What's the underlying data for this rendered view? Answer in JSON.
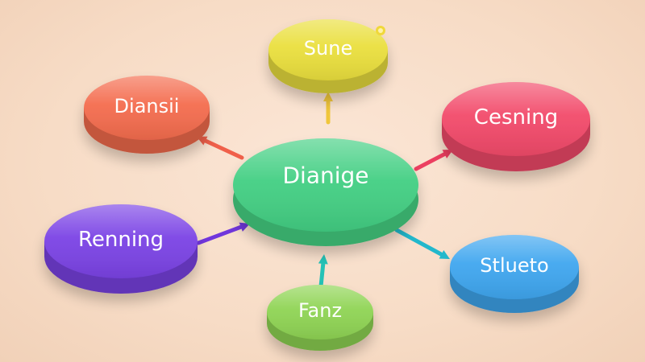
{
  "diagram": {
    "center": {
      "label": "Dianige",
      "color": "#43cf83"
    },
    "nodes": [
      {
        "id": "sune",
        "label": "Sune",
        "color": "#eadf3d",
        "arrow_color": "#f0c63a",
        "arrow_direction": "outward"
      },
      {
        "id": "diansii",
        "label": "Diansii",
        "color": "#f46c4e",
        "arrow_color": "#f0604a",
        "arrow_direction": "outward"
      },
      {
        "id": "cesning",
        "label": "Cesning",
        "color": "#f24a6a",
        "arrow_color": "#ec3f60",
        "arrow_direction": "outward"
      },
      {
        "id": "renning",
        "label": "Renning",
        "color": "#7b43e5",
        "arrow_color": "#7136dc",
        "arrow_direction": "inward"
      },
      {
        "id": "stlueto",
        "label": "Stlueto",
        "color": "#3fa6ef",
        "arrow_color": "#22b8cc",
        "arrow_direction": "outward"
      },
      {
        "id": "fanz",
        "label": "Fanz",
        "color": "#8fd454",
        "arrow_color": "#25c2b6",
        "arrow_direction": "inward"
      }
    ]
  }
}
